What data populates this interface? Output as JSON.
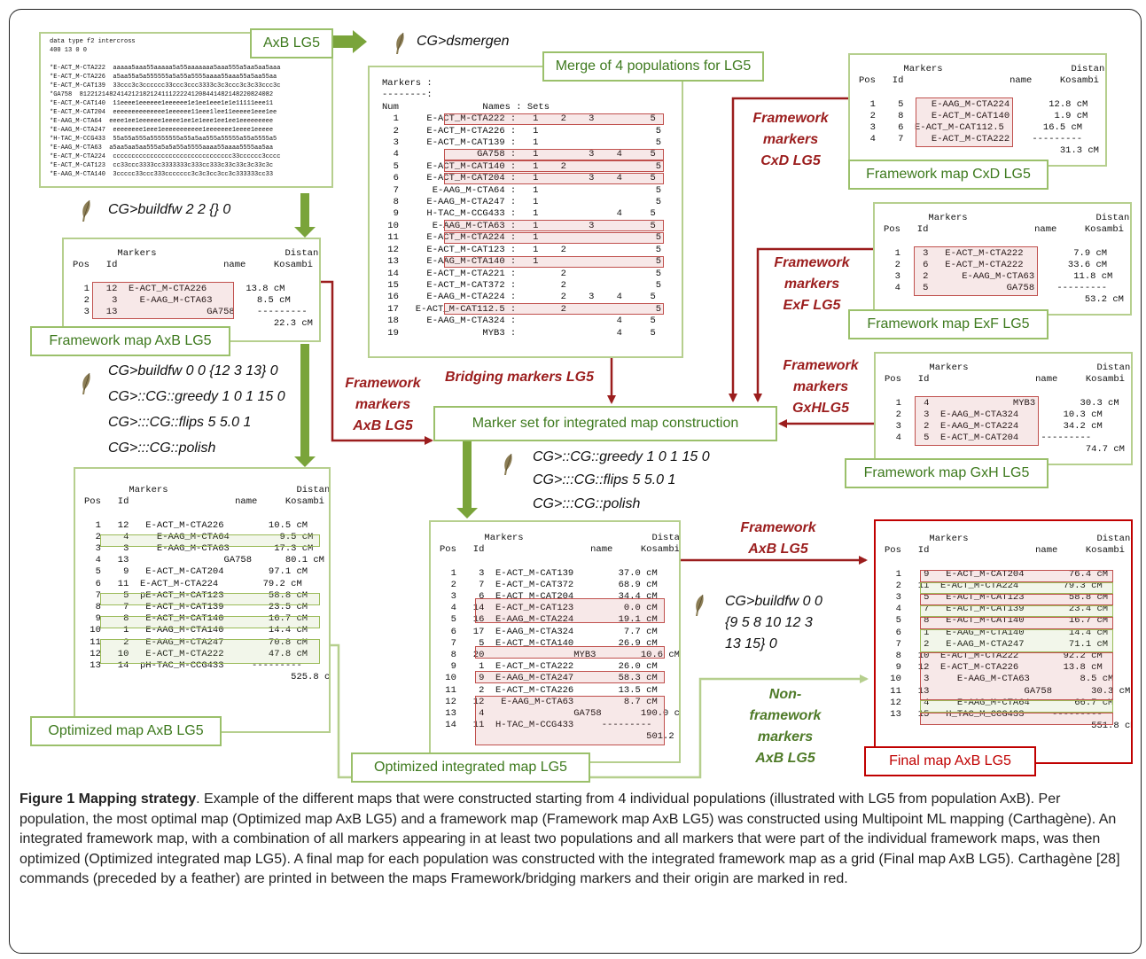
{
  "titles": {
    "axb_lg5": "AxB LG5",
    "merge": "Merge of 4 populations for LG5",
    "fw_cxd": "Framework map CxD LG5",
    "fw_exf": "Framework map ExF LG5",
    "fw_gxh": "Framework map GxH LG5",
    "fw_axb": "Framework map AxB LG5",
    "opt_axb": "Optimized map AxB LG5",
    "marker_set": "Marker set for integrated map construction",
    "opt_int": "Optimized integrated map LG5",
    "final": "Final map AxB LG5"
  },
  "commands": {
    "dsmergen": "CG>dsmergen",
    "buildfw1": "CG>buildfw 2 2 {} 0",
    "buildfw2": "CG>buildfw 0 0 {12 3 13} 0",
    "greedy1": "CG>::CG::greedy 1 0 1 15 0",
    "flips1": "CG>:::CG::flips 5 5.0 1",
    "polish1": "CG>:::CG::polish",
    "greedy2": "CG>::CG::greedy 1 0 1 15 0",
    "flips2": "CG>:::CG::flips 5 5.0 1",
    "polish2": "CG>:::CG::polish",
    "buildfw3_l1": "CG>buildfw 0  0",
    "buildfw3_l2": "{9  5 8 10 12 3",
    "buildfw3_l3": "13 15} 0"
  },
  "labels": {
    "fw_cxd": [
      "Framework",
      "markers",
      "CxD LG5"
    ],
    "fw_exf": [
      "Framework",
      "markers",
      "ExF LG5"
    ],
    "fw_gxh": [
      "Framework",
      "markers",
      "GxHLG5"
    ],
    "fw_axb": [
      "Framework",
      "markers",
      "AxB LG5"
    ],
    "bridging": "Bridging markers LG5",
    "fw_axb2": [
      "Framework",
      "AxB LG5"
    ],
    "nonfw": [
      "Non-",
      "framework",
      "markers",
      "AxB LG5"
    ]
  },
  "tables": {
    "raw": [
      "data type f2 intercross",
      "400 13 0 0",
      "",
      "*E-ACT_M-CTA222  aaaaa5aaa55aaaaa5a55aaaaaaa5aaa555a5aa5aa5aaa",
      "*E-ACT_M-CTA226  a5aa55a5a555555a5a55a5555aaaa55aaa55a5aa55aa",
      "*E-ACT_M-CAT139  33ccc3c3cccccc33ccc3ccc3333c3c3ccc3c3c33ccc3c",
      "*GA758  8122121482414212182124111222241208441482148220824082",
      "*E-ACT_M-CAT140  11eeee1eeeeee1eeeeee1e1ee1eee1e1e11111eee11",
      "*E-ACT_M-CAT204  eeeeeeeeeeeeee1eeeeee11eee1lee11eeeee1eee1ee",
      "*E-AAG_M-CTA64  eeee1ee1eeeeee1eeee1ee1e1eee1ee1ee1eeeeeeeee",
      "*E-AAG_M-CTA247  eeeeeeee1eee1eeeeeeeeeee1eeeeeee1eeee1eeeee",
      "*H-TAC_M-CCG433  55a55a555a55555555a55a5aa555a55555a55a5555a5",
      "*E-AAG_M-CTA63  a5aa5aa5aa555a5a5a55a5555aaaa55aaaa5555aa5aa",
      "*E-ACT_M-CTA224  cccccccccccccccccccccccccccccccc33cccccc3cccc",
      "*E-ACT_M-CAT123  cc33ccc3333cc3333333c333cc333c33c33c3c33c3c",
      "*E-AAG_M-CTA140  3ccccc33ccc333ccccccc3c3c3cc3cc3c333333cc33"
    ],
    "merge": [
      "Markers :",
      "--------:",
      "Num               Names : Sets",
      "  1     E-ACT_M-CTA222 :   1    2    3          5",
      "  2     E-ACT_M-CTA226 :   1                     5",
      "  3     E-ACT_M-CAT139 :   1                     5",
      "  4              GA758 :   1         3    4     5",
      "  5     E-ACT_M-CAT140 :   1    2                5",
      "  6     E-ACT_M-CAT204 :   1         3    4     5",
      "  7      E-AAG_M-CTA64 :   1                     5",
      "  8     E-AAG_M-CTA247 :   1                     5",
      "  9     H-TAC_M-CCG433 :   1              4     5",
      " 10      E-AAG_M-CTA63 :   1         3          5",
      " 11     E-ACT_M-CTA224 :   1                     5",
      " 12     E-ACT_M-CAT123 :   1    2                5",
      " 13     E-AAG_M-CTA140 :   1                     5",
      " 14     E-ACT_M-CTA221 :        2                5",
      " 15     E-ACT_M-CAT372 :        2                5",
      " 16     E-AAG_M-CTA224 :        2    3    4     5",
      " 17   E-ACT_M-CAT112.5 :        2                5",
      " 18     E-AAG_M-CTA324 :                  4     5",
      " 19               MYB3 :                  4     5"
    ],
    "cxd": [
      "        Markers                       Distance",
      "Pos   Id                   name     Kosambi",
      "",
      "  1    5     E-AAG_M-CTA224       12.8 cM",
      "  2    8     E-ACT_M-CAT140        1.9 cM",
      "  3    6  E-ACT_M-CAT112.5       16.5 cM",
      "  4    7     E-ACT_M-CTA222    ---------",
      "                                    31.3 cM"
    ],
    "exf": [
      "        Markers                       Distance",
      "Pos   Id                   name     Kosambi",
      "",
      "  1    3   E-ACT_M-CTA222         7.9 cM",
      "  2    6   E-ACT_M-CTA222        33.6 cM",
      "  3    2      E-AAG_M-CTA63       11.8 cM",
      "  4    5              GA758    ---------",
      "                                    53.2 cM"
    ],
    "gxh": [
      "        Markers                       Distance",
      "Pos   Id                   name     Kosambi",
      "",
      "  1    4               MYB3        30.3 cM",
      "  2    3  E-AAG_M-CTA324        10.3 cM",
      "  3    2  E-AAG_M-CTA224        34.2 cM",
      "  4    5  E-ACT_M-CAT204    ---------",
      "                                    74.7 cM"
    ],
    "fw_axb": [
      "        Markers                       Distance",
      "Pos   Id                   name     Kosambi",
      "",
      "  1   12  E-ACT_M-CTA226       13.8 cM",
      "  2    3    E-AAG_M-CTA63        8.5 cM",
      "  3   13                GA758    ---------",
      "                                    22.3 cM"
    ],
    "opt_axb": [
      "        Markers                       Distance",
      "Pos   Id                   name     Kosambi",
      "",
      "  1   12   E-ACT_M-CTA226        10.5 cM",
      "  2    4     E-AAG_M-CTA64         9.5 cM",
      "  3    3     E-AAG_M-CTA63        17.3 cM",
      "  4   13                 GA758      80.1 cM",
      "  5    9   E-ACT_M-CAT204        97.1 cM",
      "  6   11  E-ACT_M-CTA224        79.2 cM",
      "  7    5  pE-ACT_M-CAT123        58.8 cM",
      "  8    7   E-ACT_M-CAT139        23.5 cM",
      "  9    8   E-ACT_M-CAT140        16.7 cM",
      " 10    1   E-AAG_M-CTA140        14.4 cM",
      " 11    2   E-AAG_M-CTA247        70.8 cM",
      " 12   10   E-ACT_M-CTA222        47.8 cM",
      " 13   14  pH-TAC_M-CCG433     ---------",
      "                                     525.8 cM"
    ],
    "opt_int": [
      "        Markers                       Distance",
      "Pos   Id                   name     Kosambi",
      "",
      "  1    3  E-ACT_M-CAT139        37.0 cM",
      "  2    7  E-ACT_M-CAT372        68.9 cM",
      "  3    6  E-ACT_M-CAT204        34.4 cM",
      "  4   14  E-ACT_M-CAT123         0.0 cM",
      "  5   16  E-AAG_M-CTA224        19.1 cM",
      "  6   17  E-AAG_M-CTA324         7.7 cM",
      "  7    5  E-ACT_M-CTA140        26.9 cM",
      "  8   20                MYB3        10.6 cM",
      "  9    1  E-ACT_M-CTA222        26.0 cM",
      " 10    9  E-AAG_M-CTA247        58.3 cM",
      " 11    2  E-ACT_M-CTA226        13.5 cM",
      " 12   12   E-AAG_M-CTA63         8.7 cM",
      " 13    4                GA758       190.0 cM",
      " 14   11  H-TAC_M-CCG433     ---------",
      "                                     501.2 cM"
    ],
    "final": [
      "        Markers                       Distance",
      "Pos   Id                   name     Kosambi",
      "",
      "  1    9   E-ACT_M-CAT204        76.4 cM",
      "  2   11  E-ACT_M-CTA224        79.3 cM",
      "  3    5   E-ACT_M-CAT123        58.8 cM",
      "  4    7   E-ACT_M-CAT139        23.4 cM",
      "  5    8   E-ACT_M-CAT140        16.7 cM",
      "  6    1   E-AAG_M-CTA140        14.4 cM",
      "  7    2   E-AAG_M-CTA247        71.1 cM",
      "  8   10  E-ACT_M-CTA222        92.2 cM",
      "  9   12  E-ACT_M-CTA226        13.8 cM",
      " 10    3     E-AAG_M-CTA63         8.5 cM",
      " 11   13                 GA758       30.3 cM",
      " 12    4     E-AAG_M-CTA64        66.7 cM",
      " 13   15   H_TAC_M_CCG433     ---------",
      "                                     551.8 cM"
    ]
  },
  "caption": {
    "bold": "Figure 1 Mapping strategy",
    "text": ". Example of the different maps that were constructed starting from 4 individual populations (illustrated with LG5 from population AxB). Per population, the most optimal map (Optimized map AxB LG5) and a framework map (Framework map AxB LG5) was constructed using Multipoint ML mapping (Carthagène). An integrated framework map, with a combination of all markers appearing in at least two populations and all markers that were part of the individual framework maps, was then optimized (Optimized integrated map LG5). A final map for each population was constructed with the integrated framework map as a grid (Final map AxB LG5). Carthagène [28] commands (preceded by a feather) are printed in between the maps Framework/bridging markers and their origin are marked in red."
  },
  "colors": {
    "green": "#9bbb59",
    "red": "#c0504d",
    "dark_red": "#9b1d1d",
    "title_green": "#3e7a1e"
  },
  "icons": [
    "feather-icon"
  ]
}
